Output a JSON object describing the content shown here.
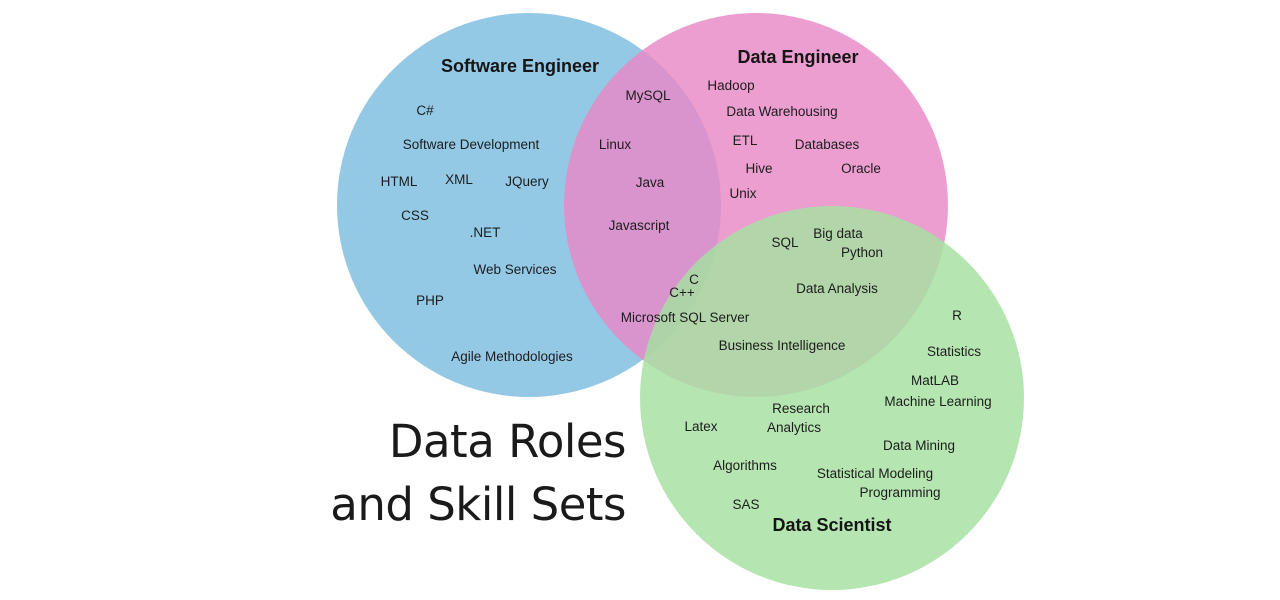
{
  "title": {
    "line1": "Data Roles",
    "line2": "and Skill Sets"
  },
  "colors": {
    "software_engineer": "#7dbde0",
    "data_engineer": "#e889c7",
    "data_scientist": "#a5e0a0",
    "text": "#1d1d1d"
  },
  "circles": [
    {
      "id": "software-engineer",
      "label": "Software Engineer",
      "color_key": "software_engineer"
    },
    {
      "id": "data-engineer",
      "label": "Data Engineer",
      "color_key": "data_engineer"
    },
    {
      "id": "data-scientist",
      "label": "Data Scientist",
      "color_key": "data_scientist"
    }
  ],
  "skills": {
    "software_engineer_only": [
      "C#",
      "Software Development",
      "HTML",
      "XML",
      "JQuery",
      "CSS",
      ".NET",
      "Web Services",
      "PHP",
      "Agile Methodologies"
    ],
    "software_and_data_engineer": [
      "MySQL",
      "Linux",
      "Java",
      "Javascript"
    ],
    "all_three": [
      "C",
      "C++",
      "Microsoft SQL Server"
    ],
    "data_engineer_only": [
      "Hadoop",
      "Data Warehousing",
      "ETL",
      "Databases",
      "Hive",
      "Oracle",
      "Unix"
    ],
    "data_engineer_and_scientist": [
      "SQL",
      "Big data",
      "Python",
      "Data Analysis",
      "Business Intelligence"
    ],
    "data_scientist_only": [
      "R",
      "Statistics",
      "MatLAB",
      "Machine Learning",
      "Research",
      "Analytics",
      "Latex",
      "Data Mining",
      "Algorithms",
      "Statistical Modeling",
      "Programming",
      "SAS"
    ]
  }
}
